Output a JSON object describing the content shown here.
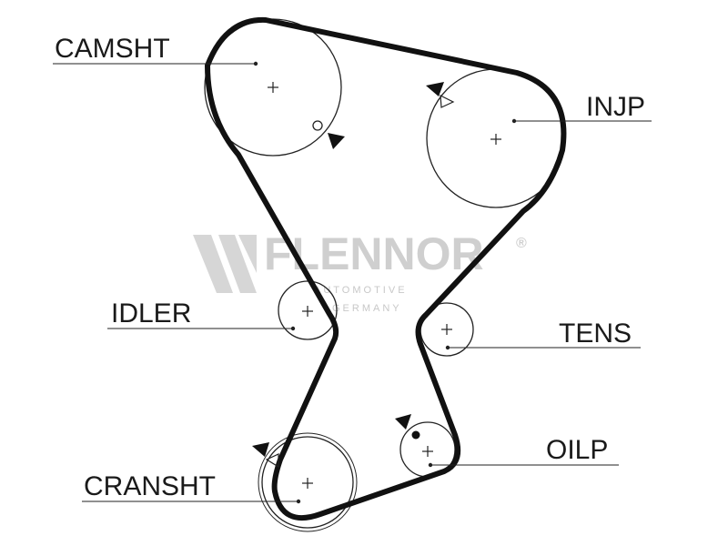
{
  "labels": {
    "camshaft": "CAMSHT",
    "injection_pump": "INJP",
    "idler": "IDLER",
    "tensioner": "TENS",
    "oil_pump": "OILP",
    "crankshaft": "CRANSHT"
  },
  "watermark": {
    "brand": "FLENNOR",
    "registered": "®",
    "line1": "AUTOMOTIVE",
    "line2": "GERMANY"
  },
  "colors": {
    "belt": "#111111",
    "pulley": "#222222",
    "text": "#1a1a1a",
    "watermark": "#cfcfcf"
  }
}
